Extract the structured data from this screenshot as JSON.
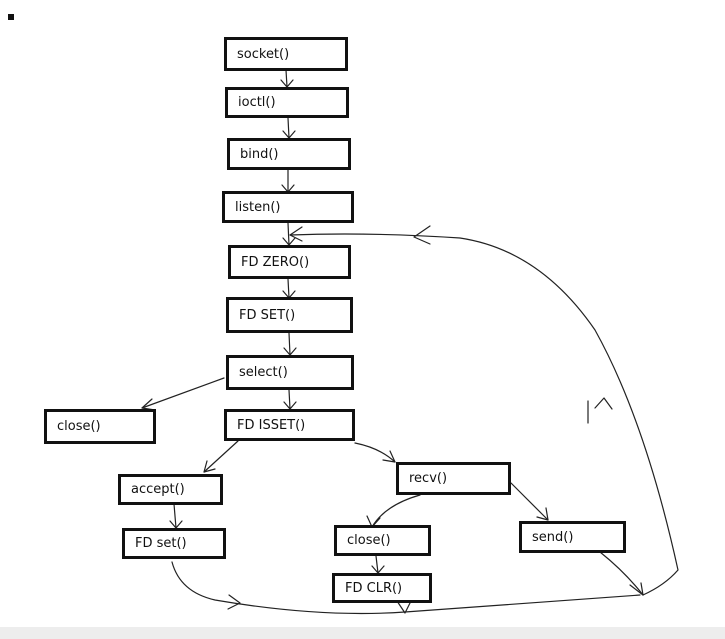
{
  "diagram": {
    "nodes": {
      "socket": "socket()",
      "ioctl": "ioctl()",
      "bind": "bind()",
      "listen": "listen()",
      "fd_zero": "FD ZERO()",
      "fd_set_main": "FD SET()",
      "select": "select()",
      "close_select": "close()",
      "fd_isset": "FD ISSET()",
      "accept": "accept()",
      "fd_set_accept": "FD set()",
      "recv": "recv()",
      "close_recv": "close()",
      "fd_clr": "FD CLR()",
      "send": "send()"
    },
    "colors": {
      "ink": "#111111",
      "background": "#ffffff"
    }
  }
}
